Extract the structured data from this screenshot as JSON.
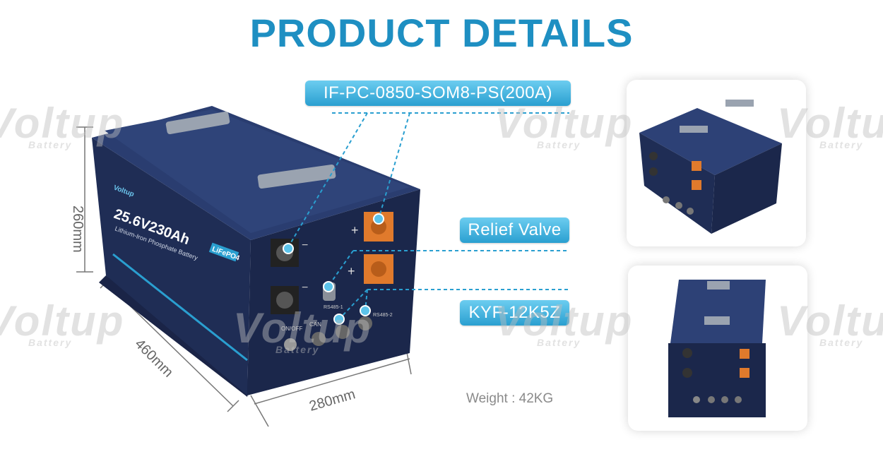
{
  "title": "PRODUCT DETAILS",
  "watermark": {
    "brand": "Voltup",
    "sub": "Battery"
  },
  "battery_label": {
    "brand": "Voltup",
    "spec": "25.6V230Ah",
    "chemistry": "Lithium-Iron Phosphate Battery",
    "badge": "LiFePO4"
  },
  "ports": {
    "onoff": "ON/OFF",
    "can": "CAN",
    "rs485_1": "RS485-1",
    "rs485_2": "RS485-2",
    "plus": "+",
    "minus": "−"
  },
  "callouts": [
    {
      "label": "IF-PC-0850-SOM8-PS(200A)"
    },
    {
      "label": "Relief Valve"
    },
    {
      "label": "KYF-12K5Z"
    }
  ],
  "dimensions": {
    "height": "260mm",
    "length": "460mm",
    "width": "280mm"
  },
  "weight": "Weight : 42KG",
  "colors": {
    "accent": "#1e8fc2",
    "battery": "#1f2d55",
    "terminal": "#e07a2c"
  }
}
